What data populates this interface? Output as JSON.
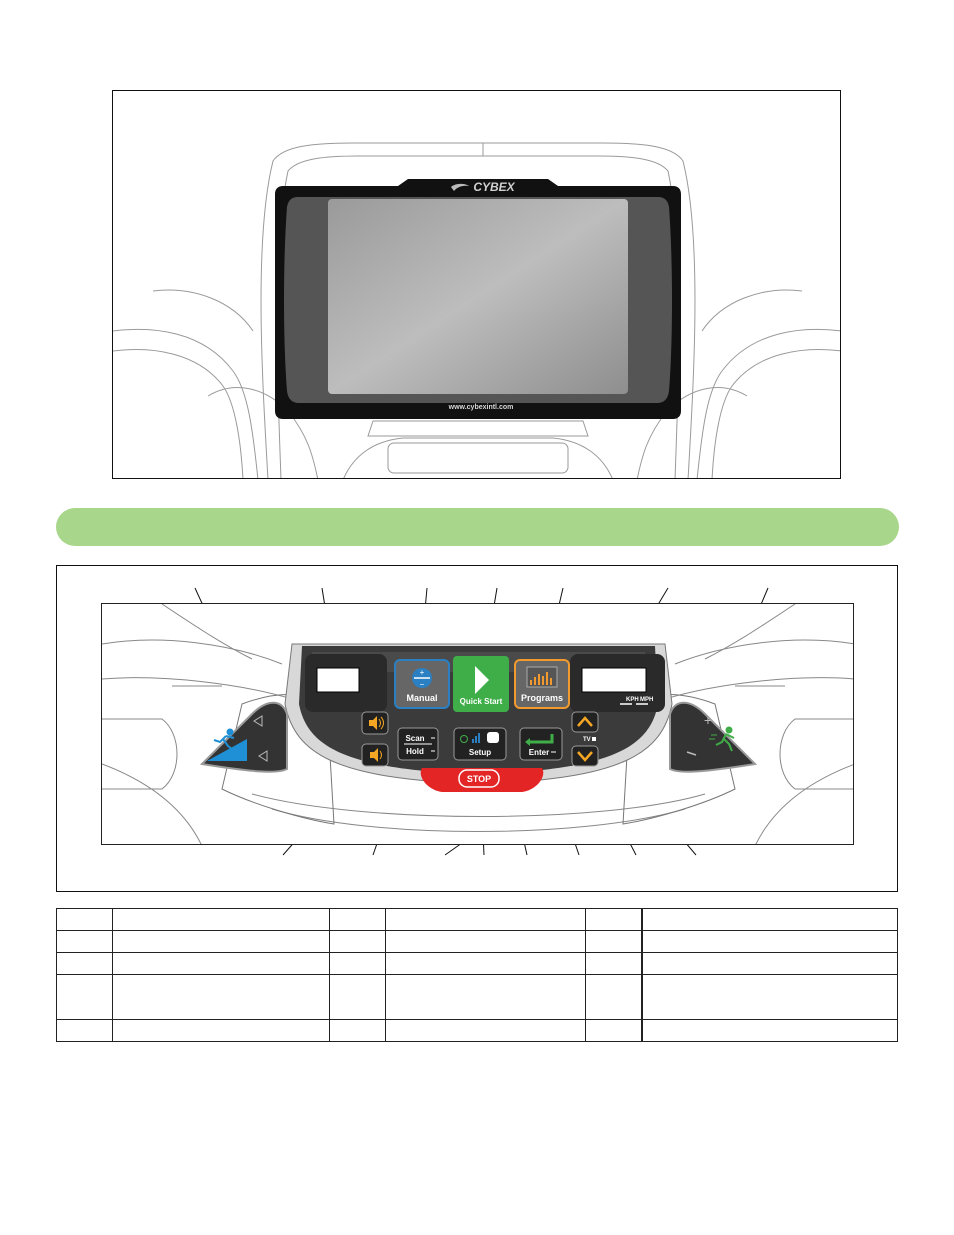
{
  "console_display": {
    "brand_logo": "CYBEX",
    "website": "www.cybexintl.com"
  },
  "section_banner": "",
  "control_panel": {
    "buttons": {
      "manual": "Manual",
      "quick_start": "Quick Start",
      "programs": "Programs",
      "scan": "Scan",
      "hold": "Hold",
      "setup": "Setup",
      "enter": "Enter",
      "stop": "STOP",
      "tv": "TV"
    },
    "speed_units": [
      "KPH",
      "MPH"
    ],
    "icons": [
      "incline-runner-icon",
      "speed-runner-icon",
      "volume-up-icon",
      "volume-down-icon",
      "chevron-up-icon",
      "chevron-down-icon",
      "play-icon",
      "programs-chart-icon",
      "enter-arrow-icon",
      "power-icon",
      "signal-bars-icon",
      "plus-icon",
      "minus-icon"
    ],
    "colors": {
      "quick_start": "#3fae49",
      "manual": "#2a80c3",
      "programs": "#f39a2e",
      "stop": "#e32526",
      "banner": "#a8d68a",
      "volume": "#f5a623"
    }
  },
  "legend_table": {
    "rows": [
      [
        "",
        "",
        "",
        "",
        "",
        ""
      ],
      [
        "",
        "",
        "",
        "",
        "",
        ""
      ],
      [
        "",
        "",
        "",
        "",
        "",
        ""
      ],
      [
        "",
        "",
        "",
        "",
        "",
        ""
      ],
      [
        "",
        "",
        "",
        "",
        "",
        ""
      ]
    ]
  }
}
